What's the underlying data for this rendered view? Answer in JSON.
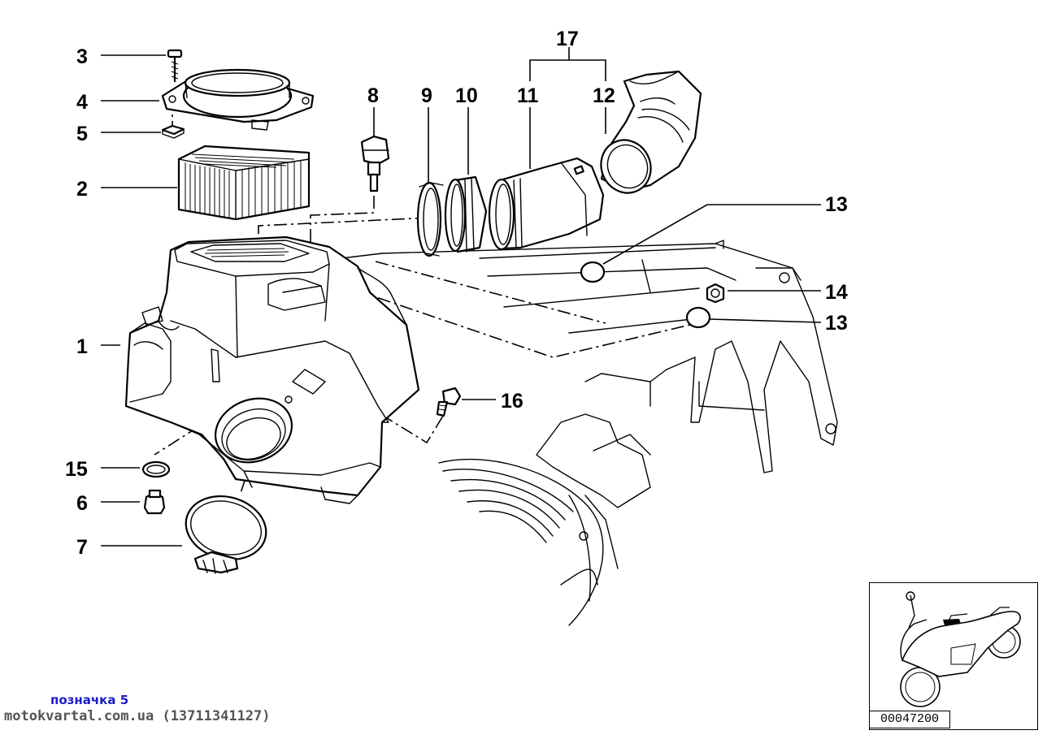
{
  "callouts": {
    "c1": "1",
    "c2": "2",
    "c3": "3",
    "c4": "4",
    "c5": "5",
    "c6": "6",
    "c7": "7",
    "c8": "8",
    "c9": "9",
    "c10": "10",
    "c11": "11",
    "c12": "12",
    "c13a": "13",
    "c13b": "13",
    "c14": "14",
    "c15": "15",
    "c16": "16",
    "c17": "17"
  },
  "caption": "позначка 5",
  "watermark": "motokvartal.com.ua (13711341127)",
  "diagram_id": "00047200"
}
